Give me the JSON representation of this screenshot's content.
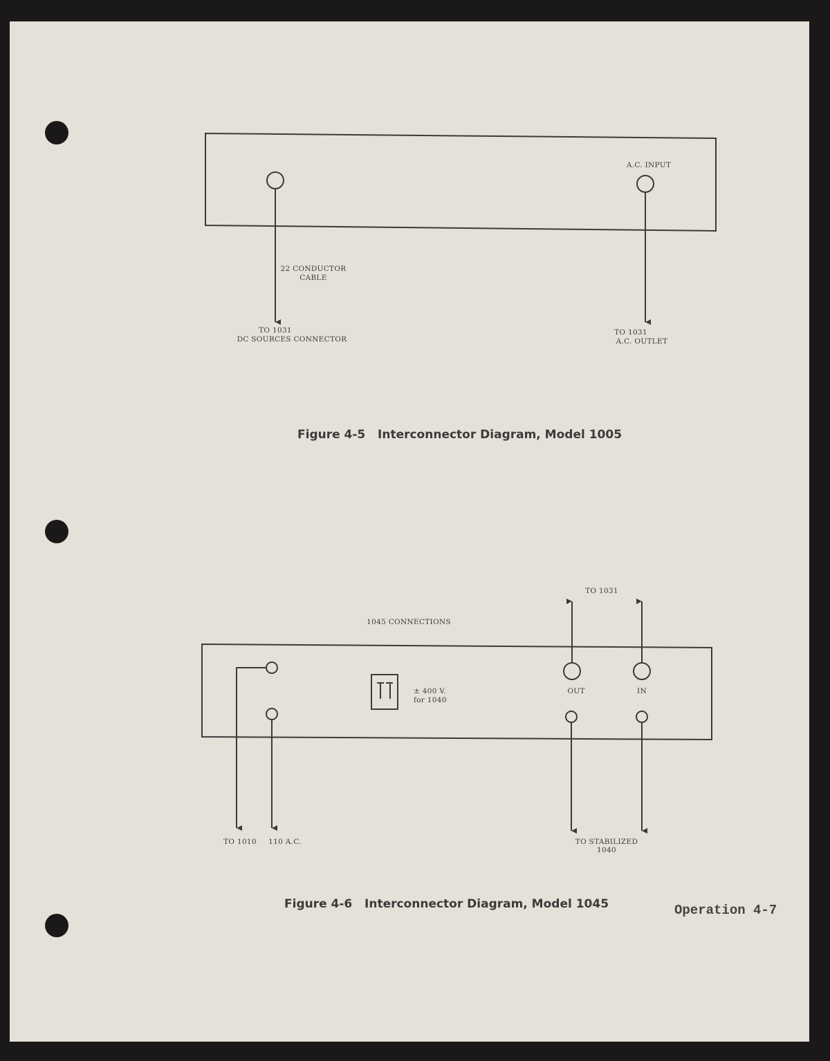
{
  "figure_4_5": {
    "caption": "Figure 4-5   Interconnector Diagram, Model 1005",
    "ac_input_label": "A.C. INPUT",
    "cable_label_line1": "22 CONDUCTOR",
    "cable_label_line2": "CABLE",
    "left_dest_line1": "TO 1031",
    "left_dest_line2": "DC SOURCES CONNECTOR",
    "right_dest_line1": "TO 1031",
    "right_dest_line2": "A.C. OUTLET"
  },
  "figure_4_6": {
    "caption": "Figure 4-6   Interconnector Diagram, Model 1045",
    "panel_title": "1045 CONNECTIONS",
    "to_1031": "TO 1031",
    "voltage_line1": "± 400 V.",
    "voltage_line2": "for 1040",
    "out_label": "OUT",
    "in_label": "IN",
    "to_1010": "TO 1010",
    "ac_110": "110 A.C.",
    "stabilized_line1": "TO STABILIZED",
    "stabilized_line2": "1040"
  },
  "footer": {
    "page_label": "Operation 4-7"
  },
  "colors": {
    "paper": "#e4e1d8",
    "ink": "#3a3a3a",
    "background": "#1a1818"
  }
}
